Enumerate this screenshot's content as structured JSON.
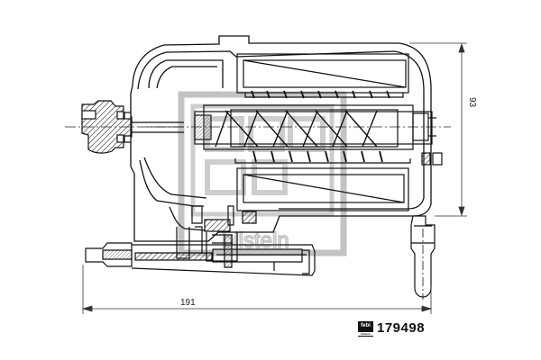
{
  "drawing": {
    "dimension_height": "93",
    "dimension_width": "191"
  },
  "footer": {
    "part_number": "179498"
  },
  "watermark": {
    "brand_text": "febi",
    "brand_sub": "bilstein"
  },
  "colors": {
    "line": "#111111",
    "hatch": "#444444",
    "watermark": "#bdbdbd",
    "background": "#ffffff"
  },
  "icons": {
    "brand_badge": "febi-logo-icon"
  }
}
